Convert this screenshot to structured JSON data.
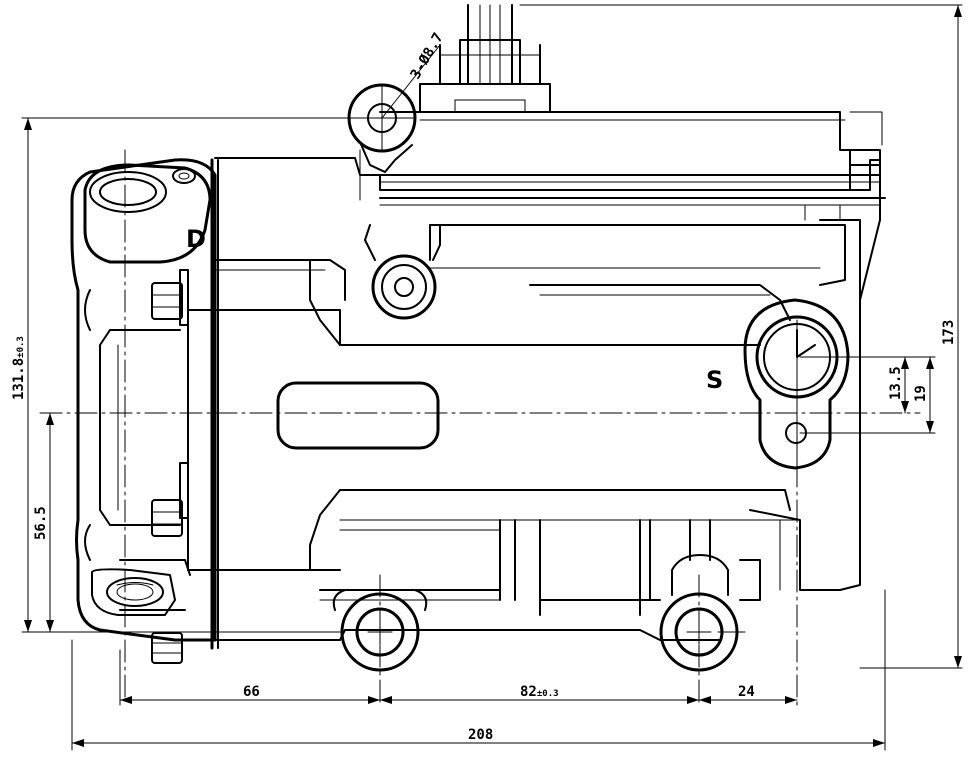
{
  "drawing": {
    "labels": {
      "D": "D",
      "S": "S"
    },
    "dimensions": {
      "width_total": "208",
      "span_left": "66",
      "span_mid": "82",
      "span_mid_tol": "±0.3",
      "span_right": "24",
      "height_total": "173",
      "height_ref_num": "131.8",
      "height_ref_tol": "±0.3",
      "offset_low": "56.5",
      "offset_s1": "13.5",
      "offset_s2": "19",
      "hole_note": "3-Ø8.7"
    }
  }
}
